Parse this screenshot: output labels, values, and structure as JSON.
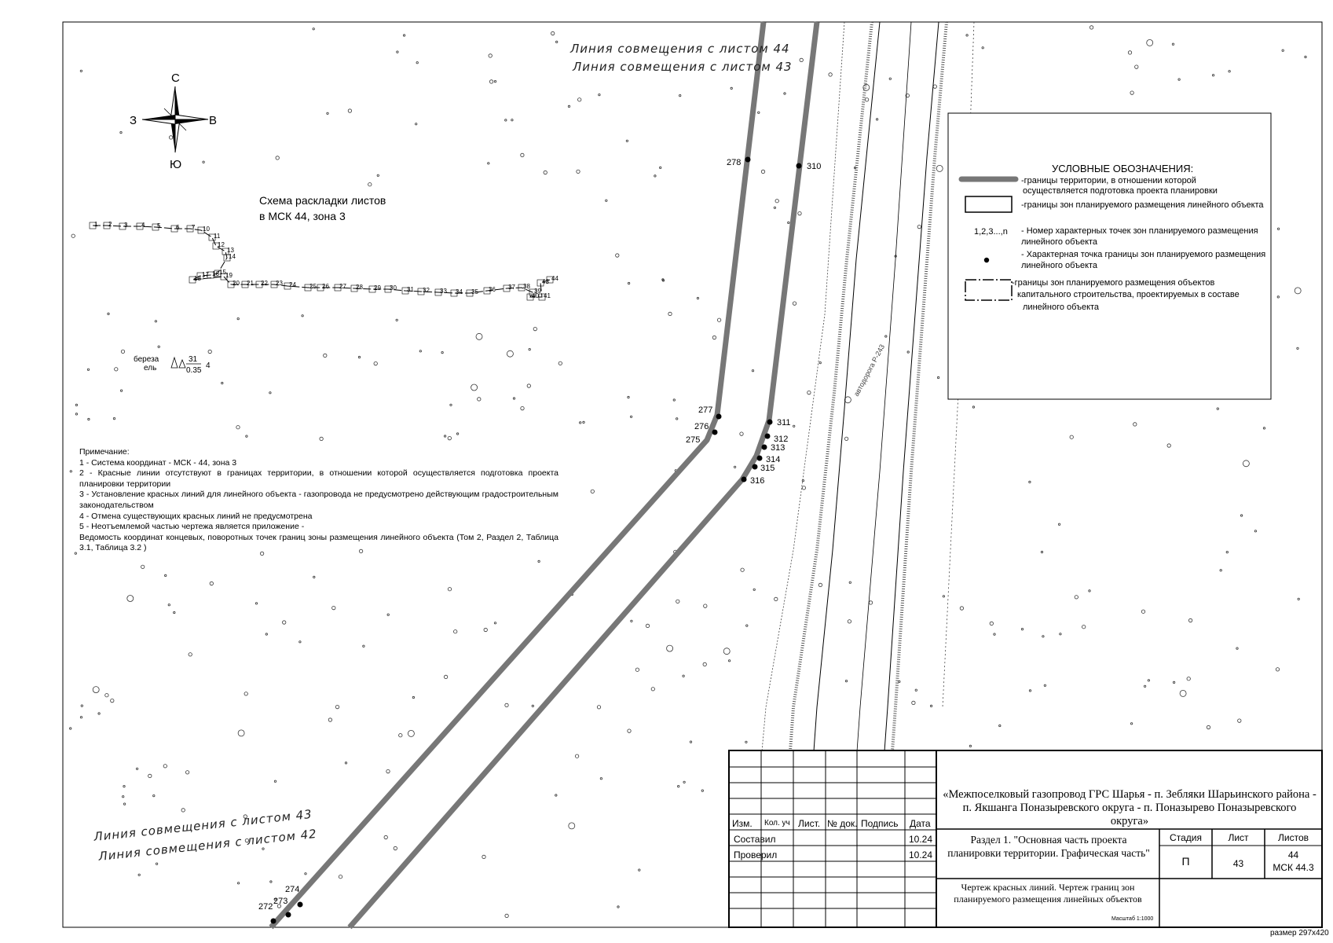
{
  "sheet_combination_lines": {
    "top_1": "Линия совмещения с листом 44",
    "top_2": "Линия совмещения с листом 43",
    "bottom_1": "Линия совмещения с листом 43",
    "bottom_2": "Линия совмещения с листом 42"
  },
  "compass": {
    "north": "С",
    "south": "Ю",
    "west": "З",
    "east": "В"
  },
  "layout_scheme": {
    "title_1": "Схема раскладки листов",
    "title_2": "в МСК 44, зона 3"
  },
  "tree_legend": {
    "species_1": "береза",
    "species_2": "ель",
    "numerator": "31",
    "denominator": "0.35",
    "count": "4"
  },
  "points": {
    "p278": "278",
    "p310": "310",
    "p277": "277",
    "p276": "276",
    "p275": "275",
    "p311": "311",
    "p312": "312",
    "p313": "313",
    "p314": "314",
    "p315": "315",
    "p316": "316",
    "p274": "274",
    "p273": "273",
    "p272": "272"
  },
  "road_label": "автодорога Р-243",
  "legend": {
    "title": "УСЛОВНЫЕ ОБОЗНАЧЕНИЯ:",
    "item1_line1": "-границы территории, в отношении которой",
    "item1_line2": "осуществляется подготовка проекта планировки",
    "item2": "-границы зон планируемого размещения линейного объекта",
    "item3_symbol": "1,2,3...,n",
    "item3_line1": "- Номер характерных точек зон планируемого размещения",
    "item3_line2": "линейного объекта",
    "item4_line1": "- Характерная точка границы зон планируемого размещения",
    "item4_line2": "линейного объекта",
    "item5_line1": "-границы зон планируемого размещения объектов",
    "item5_line2": "капитального строительства, проектируемых в составе",
    "item5_line3": "линейного объекта"
  },
  "notes": {
    "header": "Примечание:",
    "n1": "1 - Система координат - МСК - 44, зона 3",
    "n2": "2 - Красные линии отсутствуют в границах территории, в отношении которой осуществляется подготовка проекта планировки территории",
    "n3": "3 - Установление красных линий для линейного объекта - газопровода не предусмотрено действующим градостроительным законодательством",
    "n4": "4 - Отмена существующих красных линий не предусмотрена",
    "n5": "5 - Неотъемлемой частью чертежа является приложение -",
    "n6": "Ведомость координат концевых, поворотных точек границ зоны размещения линейного объекта (Том 2, Раздел 2, Таблица 3.1, Таблица 3.2 )"
  },
  "title_block": {
    "project": "«Межпоселковый газопровод ГРС Шарья - п. Зебляки Шарьинского района - п. Якшанга Поназыревского округа - п. Поназырево Поназыревского округа»",
    "section": "Раздел 1. \"Основная часть проекта планировки территории. Графическая часть\"",
    "drawing": "Чертеж красных линий. Чертеж границ зон планируемого размещения линейных объектов",
    "scale": "Масштаб 1:1000",
    "col_izm": "Изм.",
    "col_koluch": "Кол. уч",
    "col_list": "Лист.",
    "col_ndok": "№ док.",
    "col_podpis": "Подпись",
    "col_data": "Дата",
    "row_sostavil": "Составил",
    "row_proveril": "Проверил",
    "date_1": "10.24",
    "date_2": "10.24",
    "hdr_stadiya": "Стадия",
    "hdr_list": "Лист",
    "hdr_listov": "Листов",
    "stadiya": "П",
    "list": "43",
    "listov": "44",
    "msk": "МСК 44.3"
  },
  "format_label": "размер 297х420",
  "colors": {
    "boundary": "#777777",
    "frame": "#000000"
  }
}
